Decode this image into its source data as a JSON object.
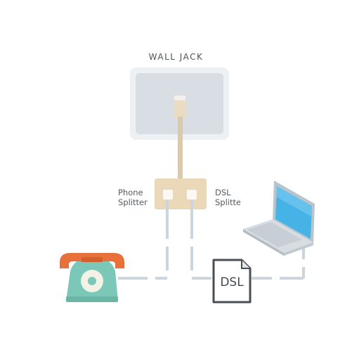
{
  "wall_jack": {
    "label": "WALL JACK"
  },
  "phone_splitter": {
    "label_line1": "Phone",
    "label_line2": "Splitter"
  },
  "dsl_splitter": {
    "label_line1": "DSL",
    "label_line2": "Splitter"
  },
  "dsl_modem": {
    "label": "DSL"
  },
  "icons": [
    "wall-jack-icon",
    "splitter-icon",
    "telephone-icon",
    "dsl-modem-icon",
    "laptop-icon"
  ],
  "colors": {
    "cable_main": "#dcc9a8",
    "cable_gray": "#cdd5dc",
    "telephone": "#7bc8b8",
    "receiver": "#e8703a",
    "laptop_screen": "#46b3e6"
  }
}
